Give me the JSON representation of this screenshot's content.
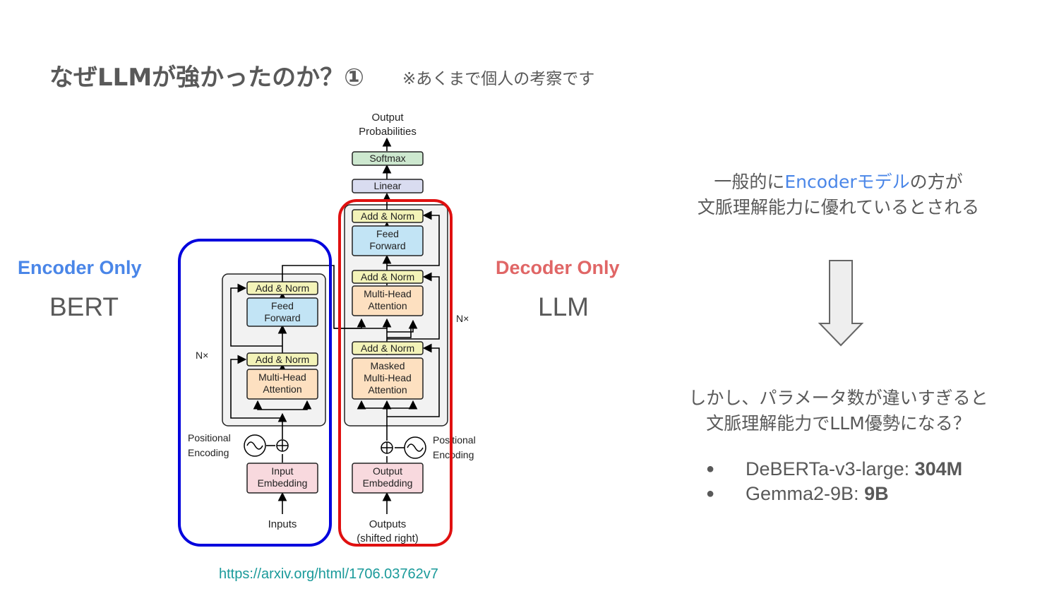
{
  "slide": {
    "title": "なぜLLMが強かったのか？①",
    "subtitle": "※あくまで個人の考察です",
    "encoder_label": "Encoder Only",
    "encoder_model": "BERT",
    "decoder_label": "Decoder Only",
    "decoder_model": "LLM",
    "source_link": "https://arxiv.org/html/1706.03762v7",
    "statement": {
      "line1_pre": "一般的に",
      "line1_highlight": "Encoderモデル",
      "line1_post": "の方が",
      "line2": "文脈理解能力に優れているとされる"
    },
    "question": {
      "line1": "しかし、パラメータ数が違いすぎると",
      "line2": "文脈理解能力でLLM優勢になる？"
    },
    "bullets": [
      {
        "label": "DeBERTa-v3-large: ",
        "value": "304M"
      },
      {
        "label": "Gemma2-9B: ",
        "value": "9B"
      }
    ]
  },
  "diagram": {
    "output_probabilities": [
      "Output",
      "Probabilities"
    ],
    "softmax": "Softmax",
    "linear": "Linear",
    "add_norm": "Add & Norm",
    "feed_forward": [
      "Feed",
      "Forward"
    ],
    "multi_head_attention": [
      "Multi-Head",
      "Attention"
    ],
    "masked_multi_head_attention": [
      "Masked",
      "Multi-Head",
      "Attention"
    ],
    "nx": "N×",
    "positional_encoding": [
      "Positional",
      "Encoding"
    ],
    "input_embedding": [
      "Input",
      "Embedding"
    ],
    "output_embedding": [
      "Output",
      "Embedding"
    ],
    "inputs": "Inputs",
    "outputs": [
      "Outputs",
      "(shifted right)"
    ]
  },
  "colors": {
    "encoder_frame": "#0000dd",
    "decoder_frame": "#e01010",
    "encoder_label": "#4a86e8",
    "decoder_label": "#e06666",
    "add_norm_fill": "#f3f3b8",
    "feed_forward_fill": "#c2e4f5",
    "attention_fill": "#fde0c0",
    "embedding_fill": "#f8d9de",
    "softmax_fill": "#cde8cf",
    "linear_fill": "#d9dcf0",
    "link": "#1a9a9a"
  }
}
